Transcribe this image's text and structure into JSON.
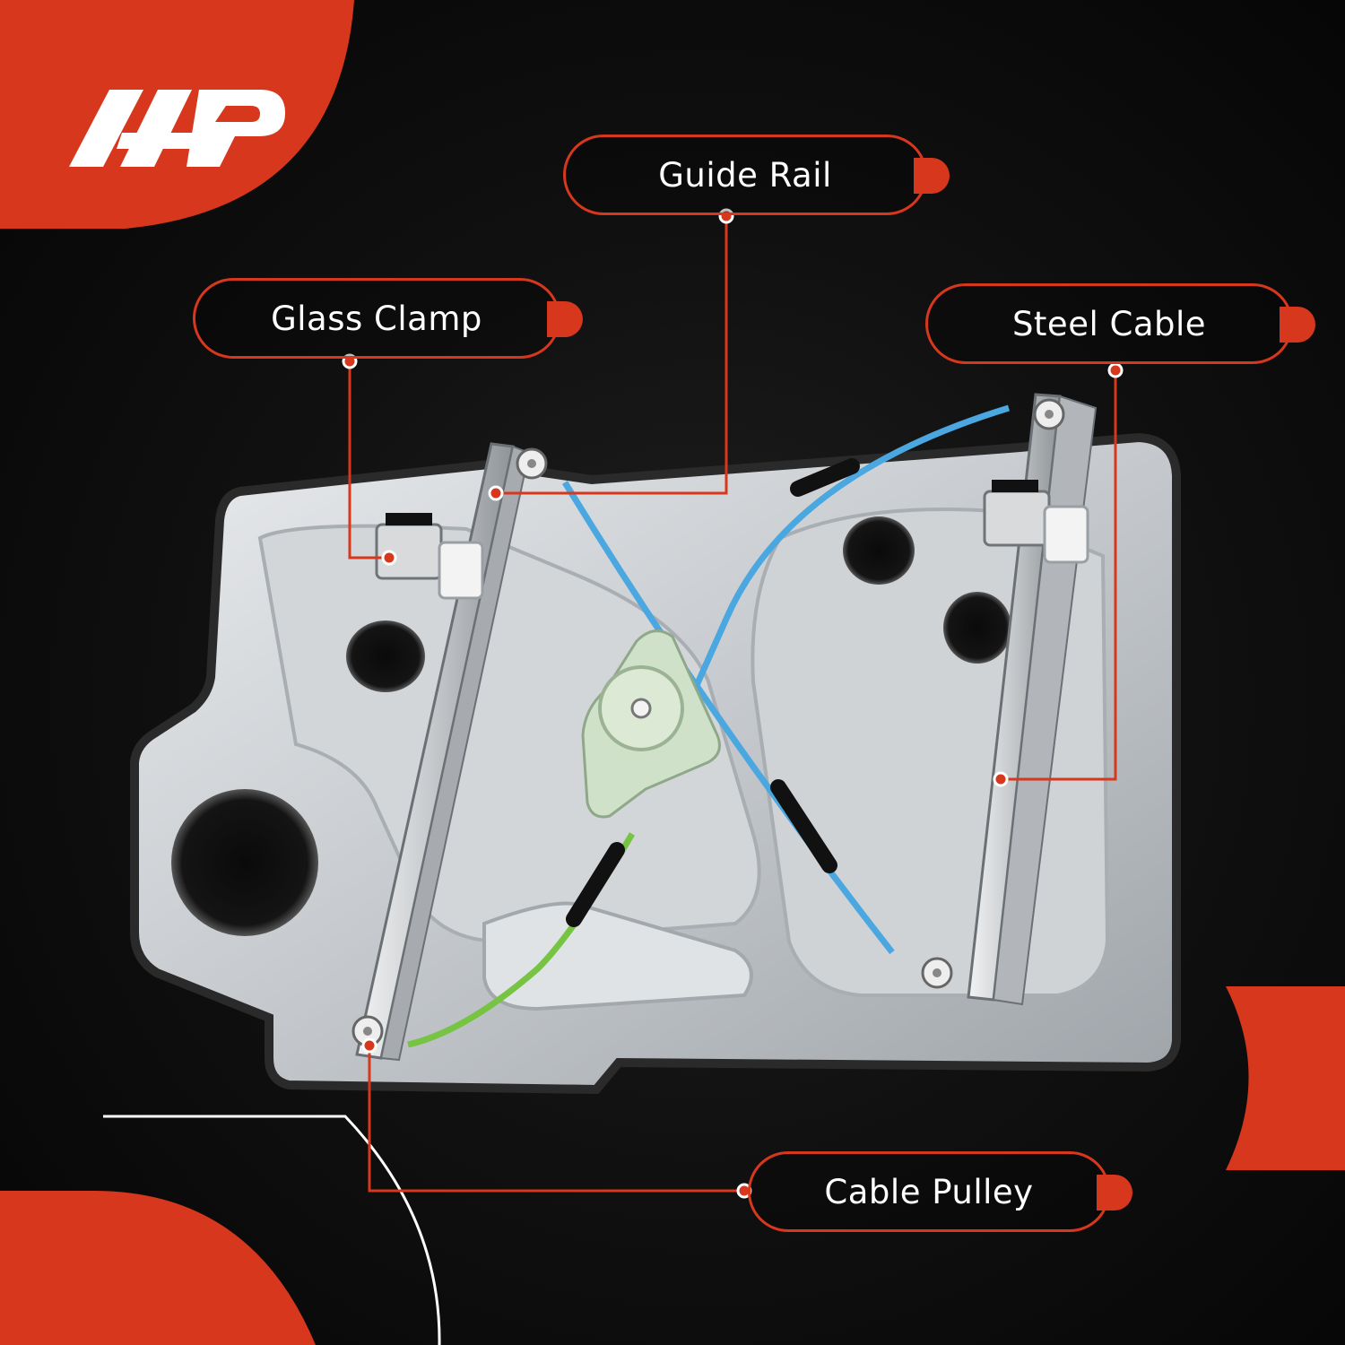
{
  "brand": {
    "logo_text": "A-P",
    "accent_color": "#d7371c"
  },
  "callouts": [
    {
      "id": "guide-rail",
      "label": "Guide Rail"
    },
    {
      "id": "glass-clamp",
      "label": "Glass Clamp"
    },
    {
      "id": "steel-cable",
      "label": "Steel Cable"
    },
    {
      "id": "cable-pulley",
      "label": "Cable Pulley"
    }
  ],
  "cable_colors": {
    "upper": "#4aa7e0",
    "lower": "#76c442"
  }
}
